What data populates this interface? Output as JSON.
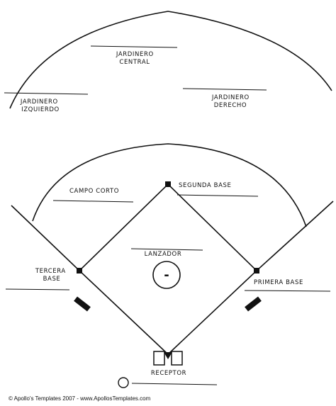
{
  "positions": {
    "center_field": [
      "JARDINERO",
      "CENTRAL"
    ],
    "left_field": [
      "JARDINERO",
      "IZQUIERDO"
    ],
    "right_field": [
      "JARDINERO",
      "DERECHO"
    ],
    "shortstop": [
      "CAMPO CORTO"
    ],
    "second_base": [
      "SEGUNDA BASE"
    ],
    "pitcher": [
      "LANZADOR"
    ],
    "third_base": [
      "TERCERA",
      "BASE"
    ],
    "first_base": [
      "PRIMERA BASE"
    ],
    "catcher": [
      "RECEPTOR"
    ]
  },
  "pitcher_mound_symbol": "-",
  "footer": {
    "copyright": "© Apollo's Templates 2007 - www.ApollosTemplates.com"
  }
}
